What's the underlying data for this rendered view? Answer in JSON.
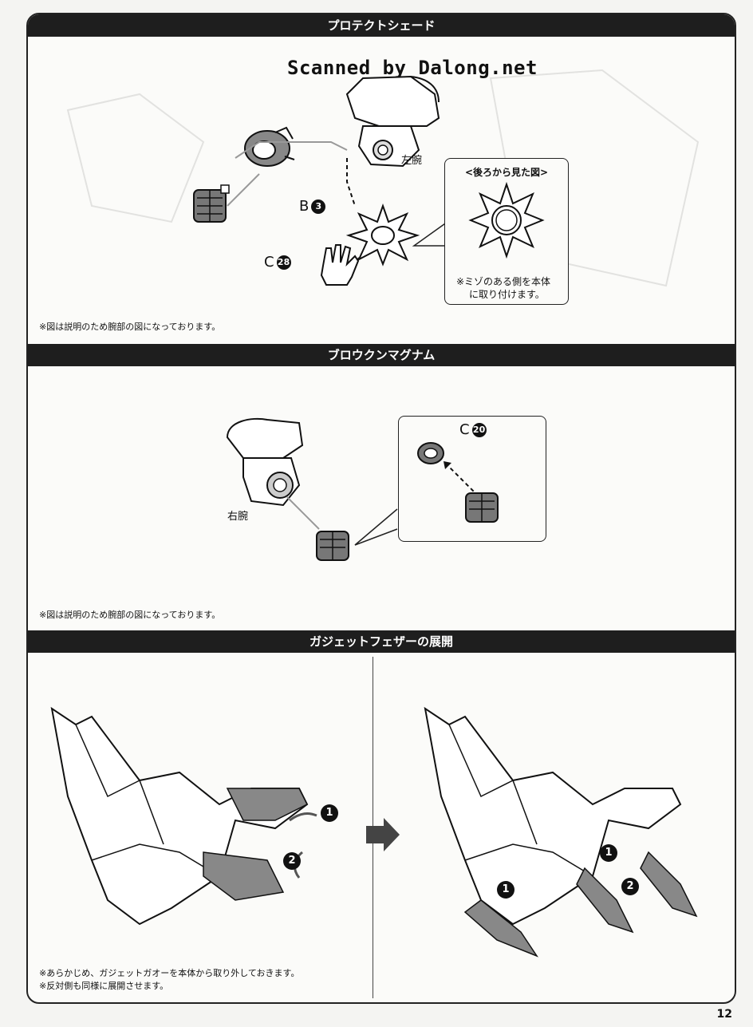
{
  "watermark": "Scanned by Dalong.net",
  "sections": [
    {
      "title": "プロテクトシェード",
      "labels": {
        "left_arm": "左腕",
        "part_b": "B",
        "part_b_num": "3",
        "part_c": "C",
        "part_c_num": "28"
      },
      "callout": {
        "title": "<後ろから見た図>",
        "text_line1": "※ミゾのある側を本体",
        "text_line2": "に取り付けます。"
      },
      "note": "※図は説明のため腕部の図になっております。"
    },
    {
      "title": "ブロウクンマグナム",
      "labels": {
        "right_arm": "右腕",
        "part_c": "C",
        "part_c_num": "20"
      },
      "note": "※図は説明のため腕部の図になっております。"
    },
    {
      "title": "ガジェットフェザーの展開",
      "steps": [
        "1",
        "2"
      ],
      "notes": [
        "※あらかじめ、ガジェットガオーを本体から取り外しておきます。",
        "※反対側も同様に展開させます。"
      ]
    }
  ],
  "page_number": "12"
}
